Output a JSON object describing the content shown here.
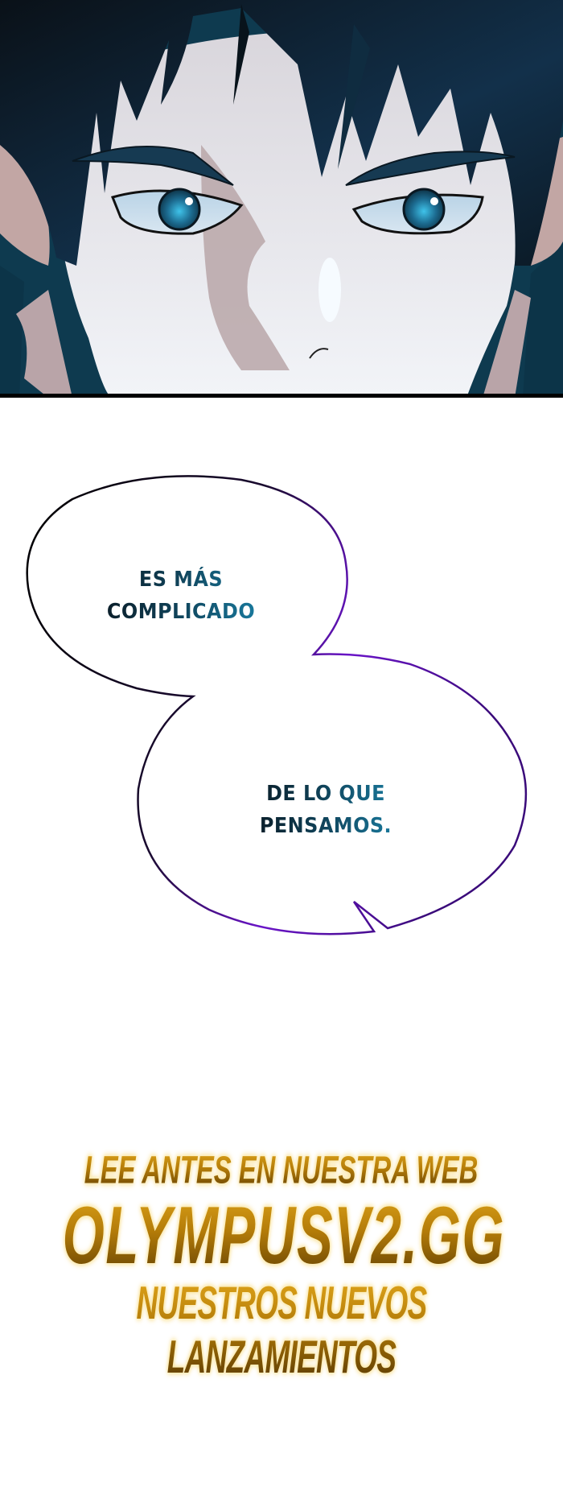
{
  "panel": {
    "description": "close-up of dark-haired character's face with blue eyes",
    "colors": {
      "hair": "#0d2230",
      "hair_highlight": "#1d4a63",
      "skin": "#e6e4ea",
      "shadow": "#b8a6a8",
      "iris": "#1f6f95",
      "iris_glow": "#37b7e0",
      "background": "#0e3a4f",
      "border": "#000000"
    }
  },
  "bubbles": [
    {
      "lines": [
        "ES MÁS",
        "COMPLICADO"
      ]
    },
    {
      "lines": [
        "DE LO QUE",
        "PENSAMOS."
      ]
    }
  ],
  "bubble_stroke": {
    "start": "#000000",
    "end": "#6a14c8"
  },
  "promo": {
    "line1": "LEE ANTES EN NUESTRA WEB",
    "line2": "OLYMPUSV2.GG",
    "line3": "NUESTROS NUEVOS LANZAMIENTOS",
    "color": "#b37b08"
  }
}
